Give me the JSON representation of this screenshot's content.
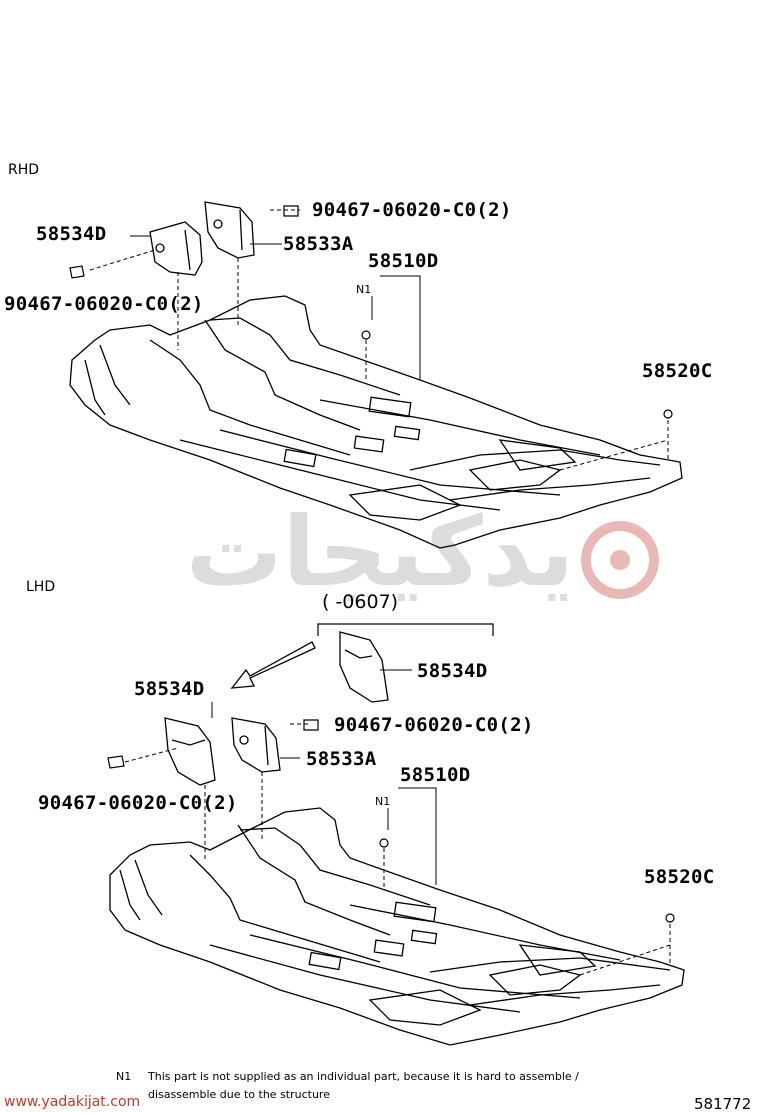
{
  "sections": {
    "rhd": "RHD",
    "lhd": "LHD"
  },
  "period": "(     -0607)",
  "rhd_labels": {
    "bolt_top": "90467-06020-C0(2)",
    "part_58534d": "58534D",
    "part_58533a": "58533A",
    "part_58510d": "58510D",
    "n1": "N1",
    "bolt_left": "90467-06020-C0(2)",
    "part_58520c": "58520C"
  },
  "lhd_labels": {
    "part_58534d_inset": "58534D",
    "part_58534d": "58534D",
    "bolt_top": "90467-06020-C0(2)",
    "part_58533a": "58533A",
    "part_58510d": "58510D",
    "n1": "N1",
    "bolt_left": "90467-06020-C0(2)",
    "part_58520c": "58520C"
  },
  "footnote": {
    "marker": "N1",
    "line1": "This part is not supplied as an individual part, because it is hard to assemble /",
    "line2": "disassemble due to the structure"
  },
  "watermark": {
    "url": "www.yadakijat.com",
    "logo_text": "یدکیجات"
  },
  "diagram_id": "581772",
  "colors": {
    "line": "#000000",
    "watermark": "#c0392b",
    "watermark_gray": "#bdbdbd"
  }
}
